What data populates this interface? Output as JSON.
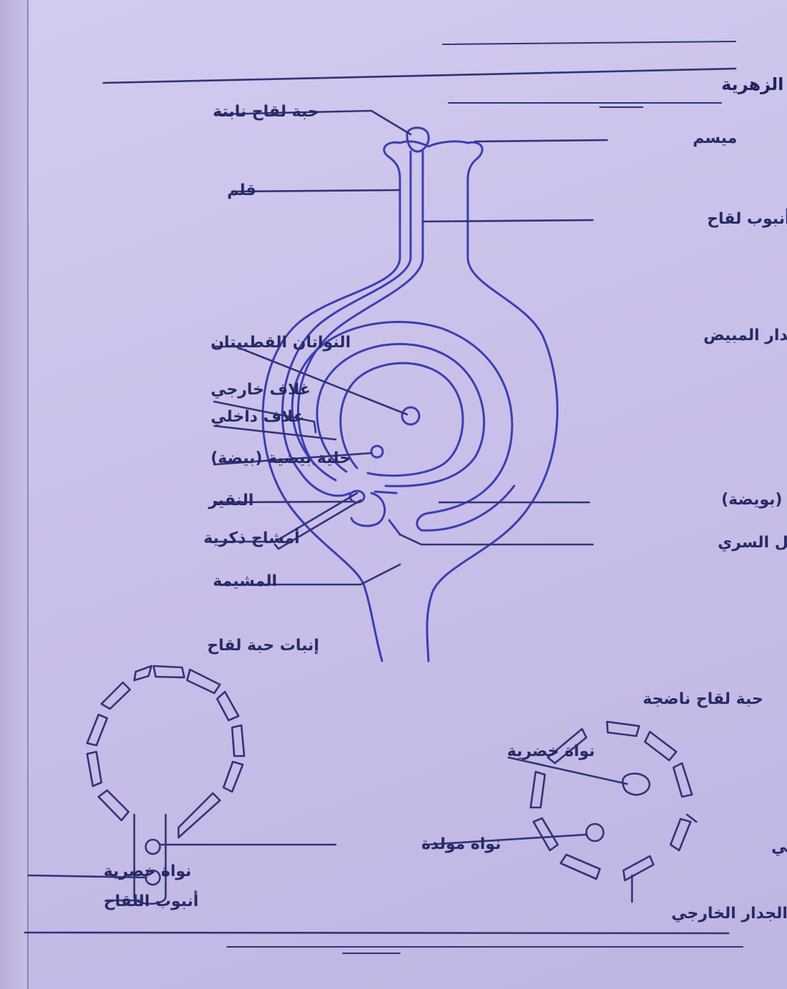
{
  "title": "الاختصاب في النباتات الزهرية",
  "flower_labels": {
    "germinating_pollen": "حبة لقاح نابتة",
    "stigma": "ميسم",
    "style": "قلم",
    "pollen_tube": "أنبوب لقاح",
    "ovary_wall": "جدار المبيض",
    "polar_nuclei": "النواتان القطبيتان",
    "outer_integument": "غلاف خارجي",
    "inner_integument": "غلاف داخلي",
    "egg_cell": "خلية بيضية (بيضة)",
    "micropyle": "النقير",
    "male_gametes": "أمشاج ذكرية",
    "placenta": "المشيمة",
    "ovule": "بذيرة (بويضة)",
    "funicle": "الحبل السري"
  },
  "pollen_germination": {
    "title": "إنبات حبة لقاح",
    "tube_nucleus": "نواة خضرية",
    "pollen_tube": "أنبوب اللقاح"
  },
  "mature_pollen": {
    "title": "حبة لقاح ناضجة",
    "tube_nucleus": "نواة خضرية",
    "generative_nucleus": "نواة مولدة",
    "inner_wall": "الجدار الداخلي",
    "outer_wall": "الجدار الخارجي"
  },
  "colors": {
    "paper": "#cbc3ea",
    "ink": "#2f3479",
    "pen": "#3a3fb0"
  }
}
